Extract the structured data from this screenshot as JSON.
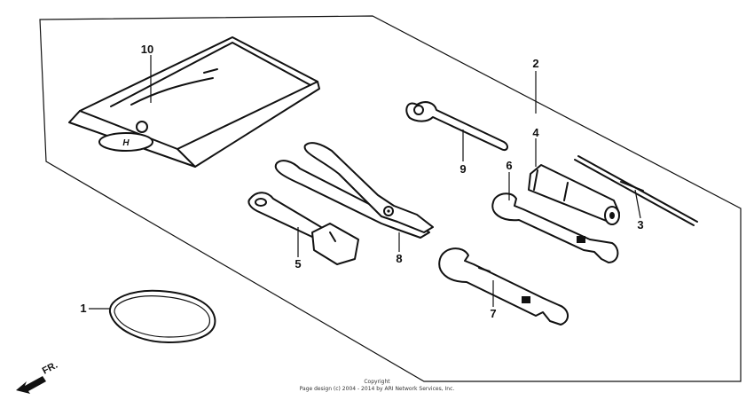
{
  "parts": [
    {
      "id": "1",
      "name": "o-ring"
    },
    {
      "id": "2",
      "name": "tool-kit-outline"
    },
    {
      "id": "3",
      "name": "screwdriver"
    },
    {
      "id": "4",
      "name": "screwdriver-grip"
    },
    {
      "id": "5",
      "name": "spark-plug-wrench"
    },
    {
      "id": "6",
      "name": "open-end-wrench-small"
    },
    {
      "id": "7",
      "name": "open-end-wrench-large"
    },
    {
      "id": "8",
      "name": "pliers"
    },
    {
      "id": "9",
      "name": "pin-spanner"
    },
    {
      "id": "10",
      "name": "tool-bag"
    }
  ],
  "direction_label": "FR.",
  "bag_logo": "H",
  "copyright": {
    "line1": "Copyright",
    "line2": "Page design (c) 2004 - 2014 by ARI Network Services, Inc."
  }
}
